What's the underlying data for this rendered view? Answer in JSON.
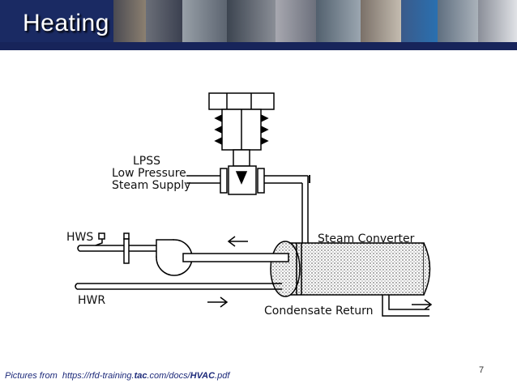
{
  "slide": {
    "title": "Heating",
    "page_number": "7"
  },
  "diagram": {
    "labels": {
      "lpss": "LPSS",
      "low_pressure": "Low Pressure",
      "steam_supply": "Steam Supply",
      "hws": "HWS",
      "hwr": "HWR",
      "steam_converter": "Steam Converter",
      "condensate_return": "Condensate Return"
    }
  },
  "footer": {
    "prefix": "Pictures from",
    "url_part1": "https://rfd-training.",
    "url_bold1": "tac",
    "url_part2": ".com/docs/",
    "url_bold2": "HVAC",
    "url_part3": ".pdf"
  },
  "colors": {
    "banner": "#1a2a63",
    "title": "#ffffff",
    "footer_link": "#1d2a7a"
  }
}
